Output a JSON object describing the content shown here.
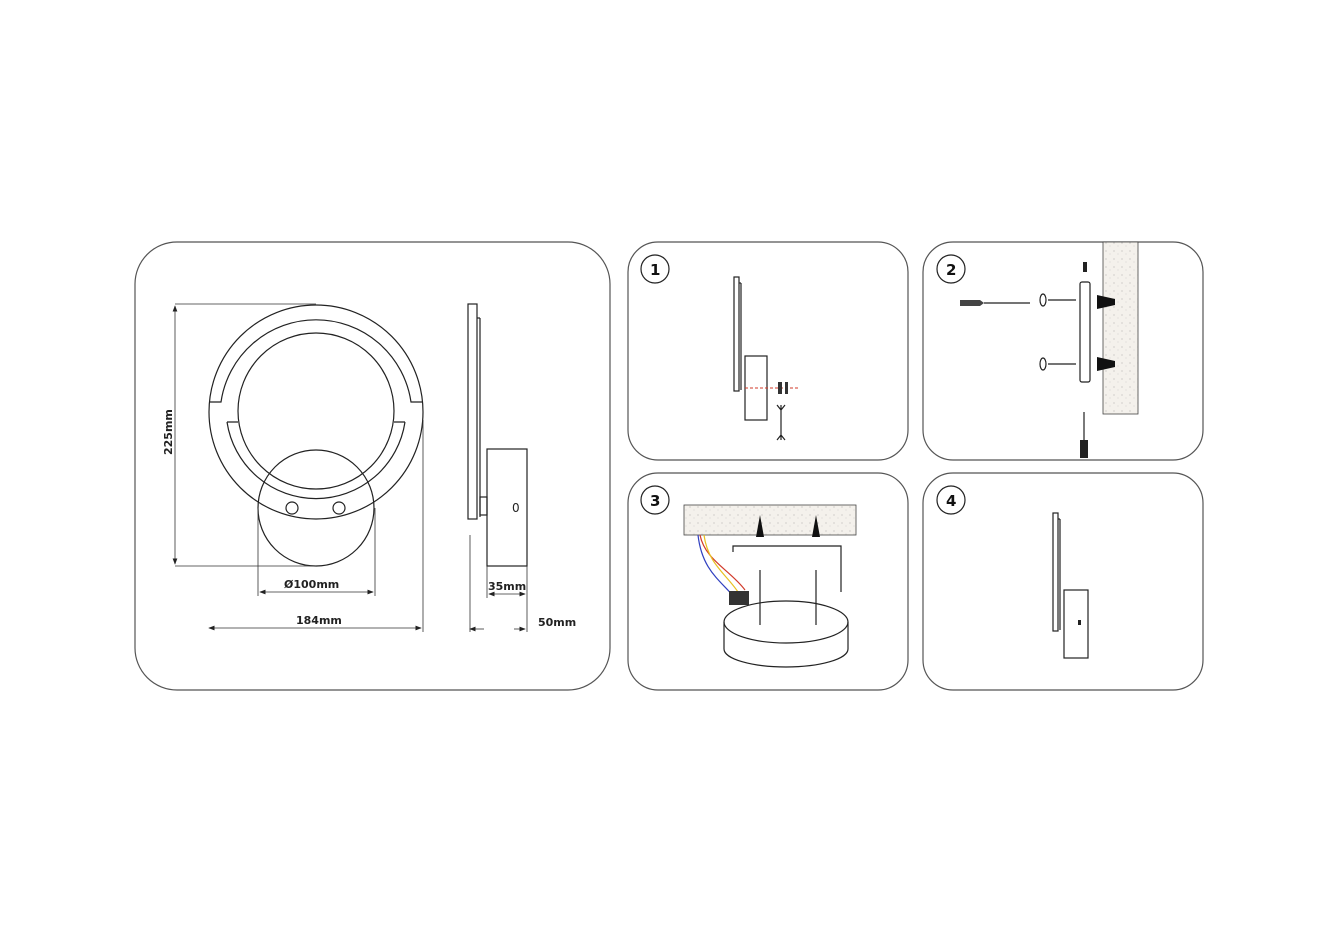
{
  "dimensions": {
    "height": "225mm",
    "base_diameter": "Ø100mm",
    "width": "184mm",
    "base_depth": "35mm",
    "total_depth": "50mm",
    "side_mark": "0"
  },
  "steps": [
    {
      "number": "1"
    },
    {
      "number": "2"
    },
    {
      "number": "3"
    },
    {
      "number": "4"
    }
  ],
  "colors": {
    "wire_red": "#d23a2a",
    "wire_yellow": "#e8c020",
    "wire_blue": "#3040c0",
    "line": "#222222"
  }
}
